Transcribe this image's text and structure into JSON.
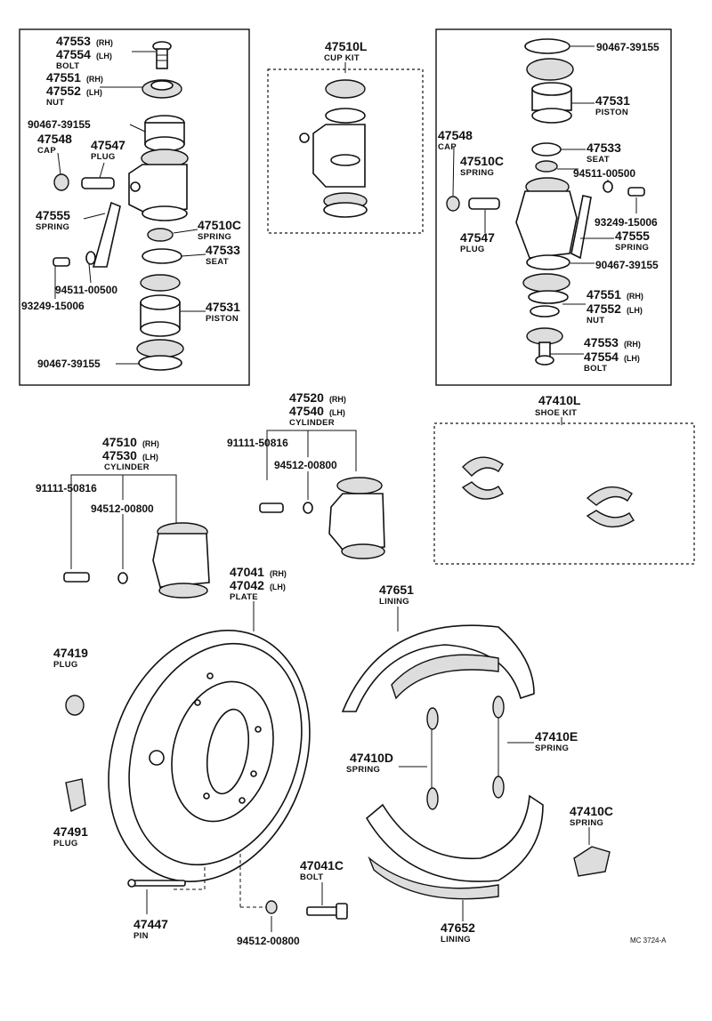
{
  "diagram_code": "MC 3724-A",
  "labels": {
    "bolt_47553": {
      "num": "47553",
      "sfx": "(RH)"
    },
    "bolt_47554": {
      "num": "47554",
      "sfx": "(LH)",
      "name": "BOLT"
    },
    "nut_47551": {
      "num": "47551",
      "sfx": "(RH)"
    },
    "nut_47552": {
      "num": "47552",
      "sfx": "(LH)",
      "name": "NUT"
    },
    "ring_90467_a": {
      "num": "90467-39155"
    },
    "cap_47548": {
      "num": "47548",
      "name": "CAP"
    },
    "plug_47547": {
      "num": "47547",
      "name": "PLUG"
    },
    "spring_47555": {
      "num": "47555",
      "name": "SPRING"
    },
    "spring_47510c": {
      "num": "47510C",
      "name": "SPRING"
    },
    "seat_47533": {
      "num": "47533",
      "name": "SEAT"
    },
    "washer_94511": {
      "num": "94511-00500"
    },
    "screw_93249": {
      "num": "93249-15006"
    },
    "piston_47531": {
      "num": "47531",
      "name": "PISTON"
    },
    "ring_90467_b": {
      "num": "90467-39155"
    },
    "cupkit_47510l": {
      "num": "47510L",
      "name": "CUP KIT"
    },
    "r_ring_90467_top": {
      "num": "90467-39155"
    },
    "r_piston_47531": {
      "num": "47531",
      "name": "PISTON"
    },
    "r_cap_47548": {
      "num": "47548",
      "name": "CAP"
    },
    "r_seat_47533": {
      "num": "47533",
      "name": "SEAT"
    },
    "r_spring_47510c": {
      "num": "47510C",
      "name": "SPRING"
    },
    "r_washer_94511": {
      "num": "94511-00500"
    },
    "r_screw_93249": {
      "num": "93249-15006"
    },
    "r_plug_47547": {
      "num": "47547",
      "name": "PLUG"
    },
    "r_spring_47555": {
      "num": "47555",
      "name": "SPRING"
    },
    "r_ring_90467_b": {
      "num": "90467-39155"
    },
    "r_nut_47551": {
      "num": "47551",
      "sfx": "(RH)"
    },
    "r_nut_47552": {
      "num": "47552",
      "sfx": "(LH)",
      "name": "NUT"
    },
    "r_bolt_47553": {
      "num": "47553",
      "sfx": "(RH)"
    },
    "r_bolt_47554": {
      "num": "47554",
      "sfx": "(LH)",
      "name": "BOLT"
    },
    "cyl_47520": {
      "num": "47520",
      "sfx": "(RH)"
    },
    "cyl_47540": {
      "num": "47540",
      "sfx": "(LH)",
      "name": "CYLINDER"
    },
    "bolt_91111_r": {
      "num": "91111-50816"
    },
    "washer_94512_r": {
      "num": "94512-00800"
    },
    "shoekit_47410l": {
      "num": "47410L",
      "name": "SHOE KIT"
    },
    "cyl_47510": {
      "num": "47510",
      "sfx": "(RH)"
    },
    "cyl_47530": {
      "num": "47530",
      "sfx": "(LH)",
      "name": "CYLINDER"
    },
    "bolt_91111_l": {
      "num": "91111-50816"
    },
    "washer_94512_l": {
      "num": "94512-00800"
    },
    "plate_47041": {
      "num": "47041",
      "sfx": "(RH)"
    },
    "plate_47042": {
      "num": "47042",
      "sfx": "(LH)",
      "name": "PLATE"
    },
    "lining_47651": {
      "num": "47651",
      "name": "LINING"
    },
    "plug_47419": {
      "num": "47419",
      "name": "PLUG"
    },
    "plug_47491": {
      "num": "47491",
      "name": "PLUG"
    },
    "spring_47410e": {
      "num": "47410E",
      "name": "SPRING"
    },
    "spring_47410d": {
      "num": "47410D",
      "name": "SPRING"
    },
    "spring_47410c": {
      "num": "47410C",
      "name": "SPRING"
    },
    "bolt_47041c": {
      "num": "47041C",
      "name": "BOLT"
    },
    "pin_47447": {
      "num": "47447",
      "name": "PIN"
    },
    "washer_94512_b": {
      "num": "94512-00800"
    },
    "lining_47652": {
      "num": "47652",
      "name": "LINING"
    }
  }
}
